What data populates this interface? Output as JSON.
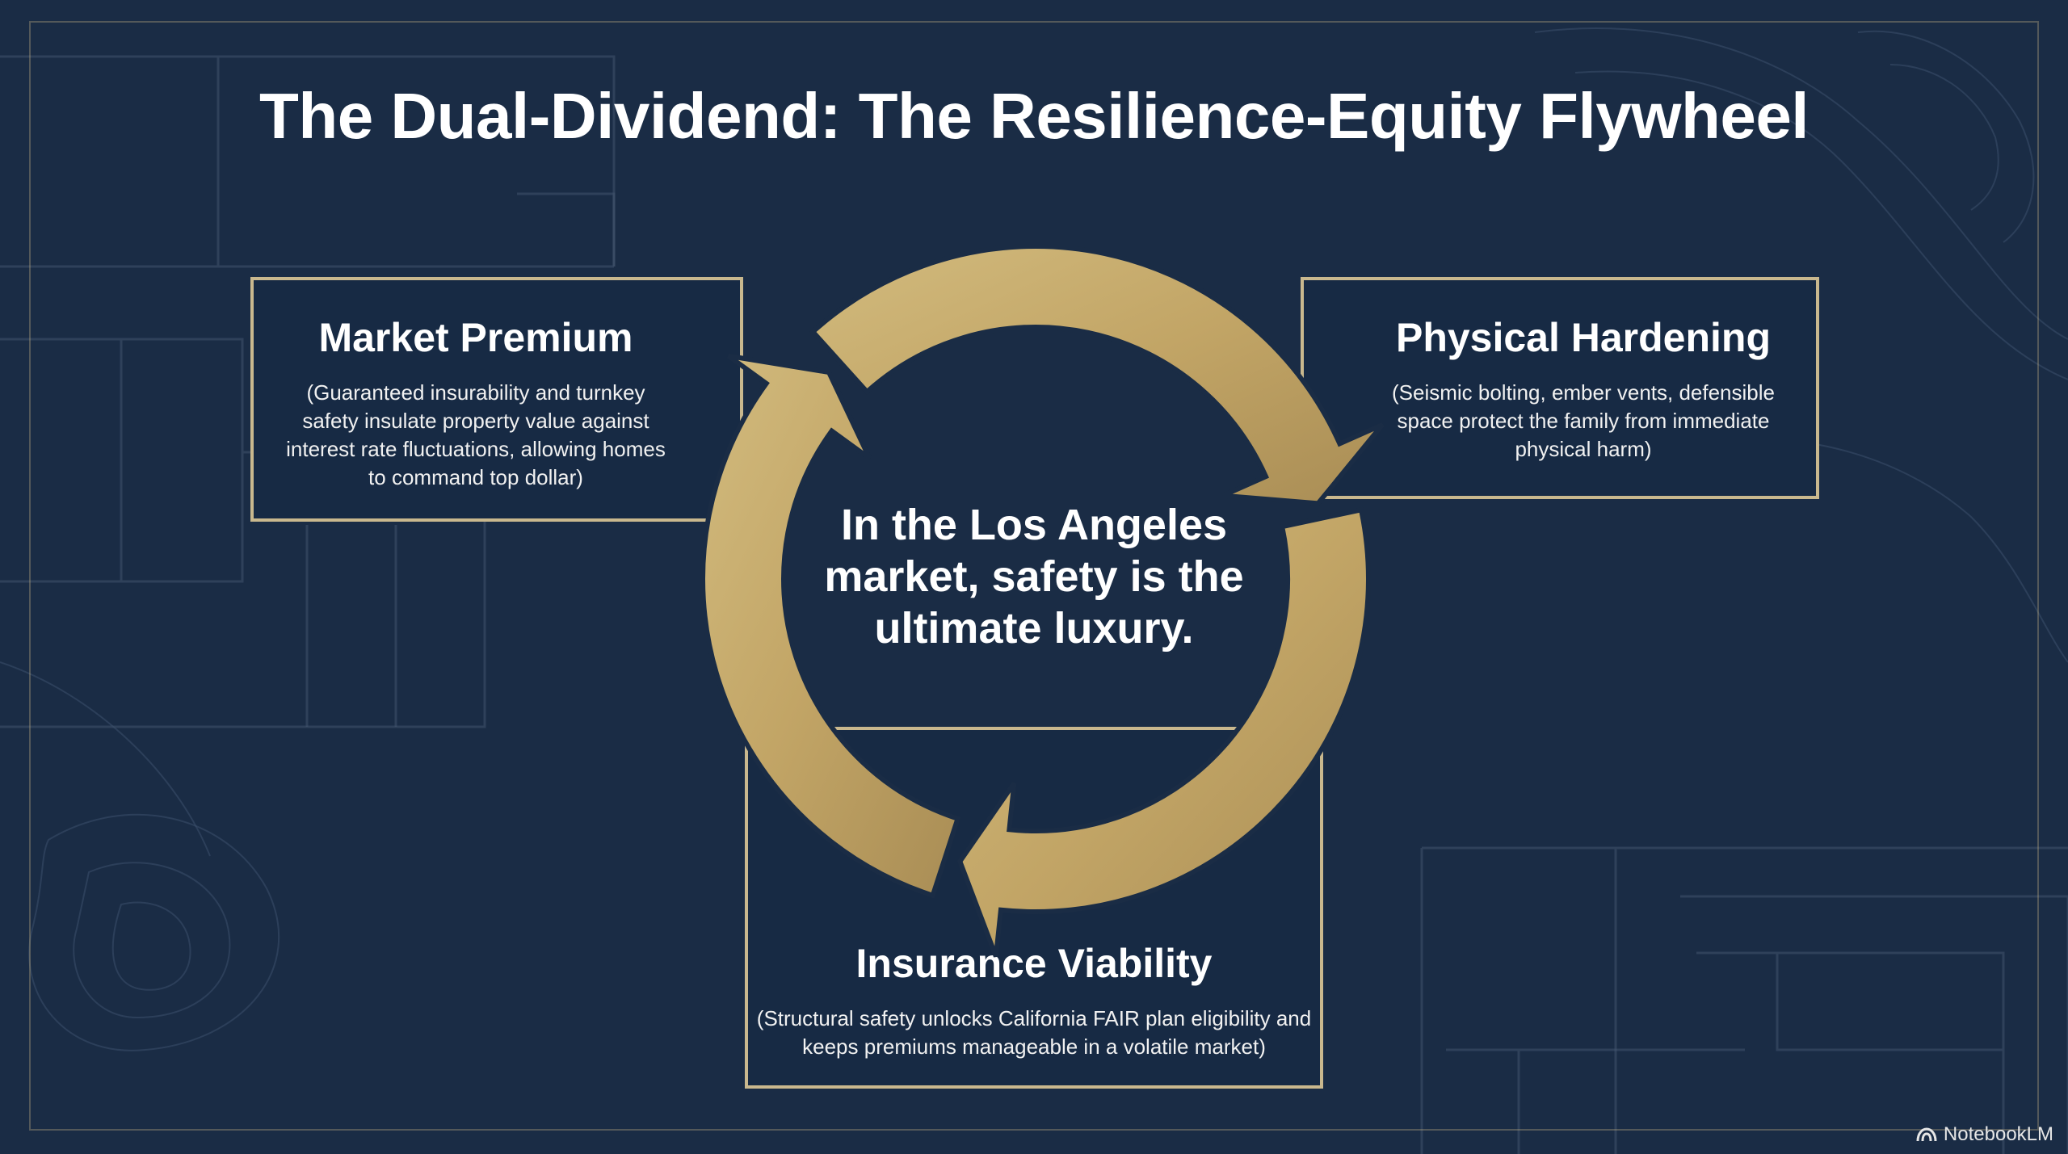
{
  "title": "The Dual-Dividend: The Resilience-Equity Flywheel",
  "center_text": "In the Los Angeles market, safety is the ultimate luxury.",
  "nodes": {
    "market_premium": {
      "heading": "Market Premium",
      "body": "(Guaranteed insurability and turnkey safety insulate property value against interest rate fluctuations, allowing homes to command top dollar)"
    },
    "physical_hardening": {
      "heading": "Physical Hardening",
      "body": "(Seismic bolting, ember vents, defensible space protect the family from immediate physical harm)"
    },
    "insurance_viability": {
      "heading": "Insurance Viability",
      "body": "(Structural safety unlocks California FAIR plan eligibility and keeps premiums manageable in a volatile market)"
    }
  },
  "brand": "NotebookLM",
  "icons": [
    "notebooklm-logo-icon",
    "cycle-arrow-icon"
  ],
  "colors": {
    "background": "#1a2c45",
    "gold": "#c9ad6a",
    "box_border": "#c9b88e",
    "text": "#ffffff"
  }
}
